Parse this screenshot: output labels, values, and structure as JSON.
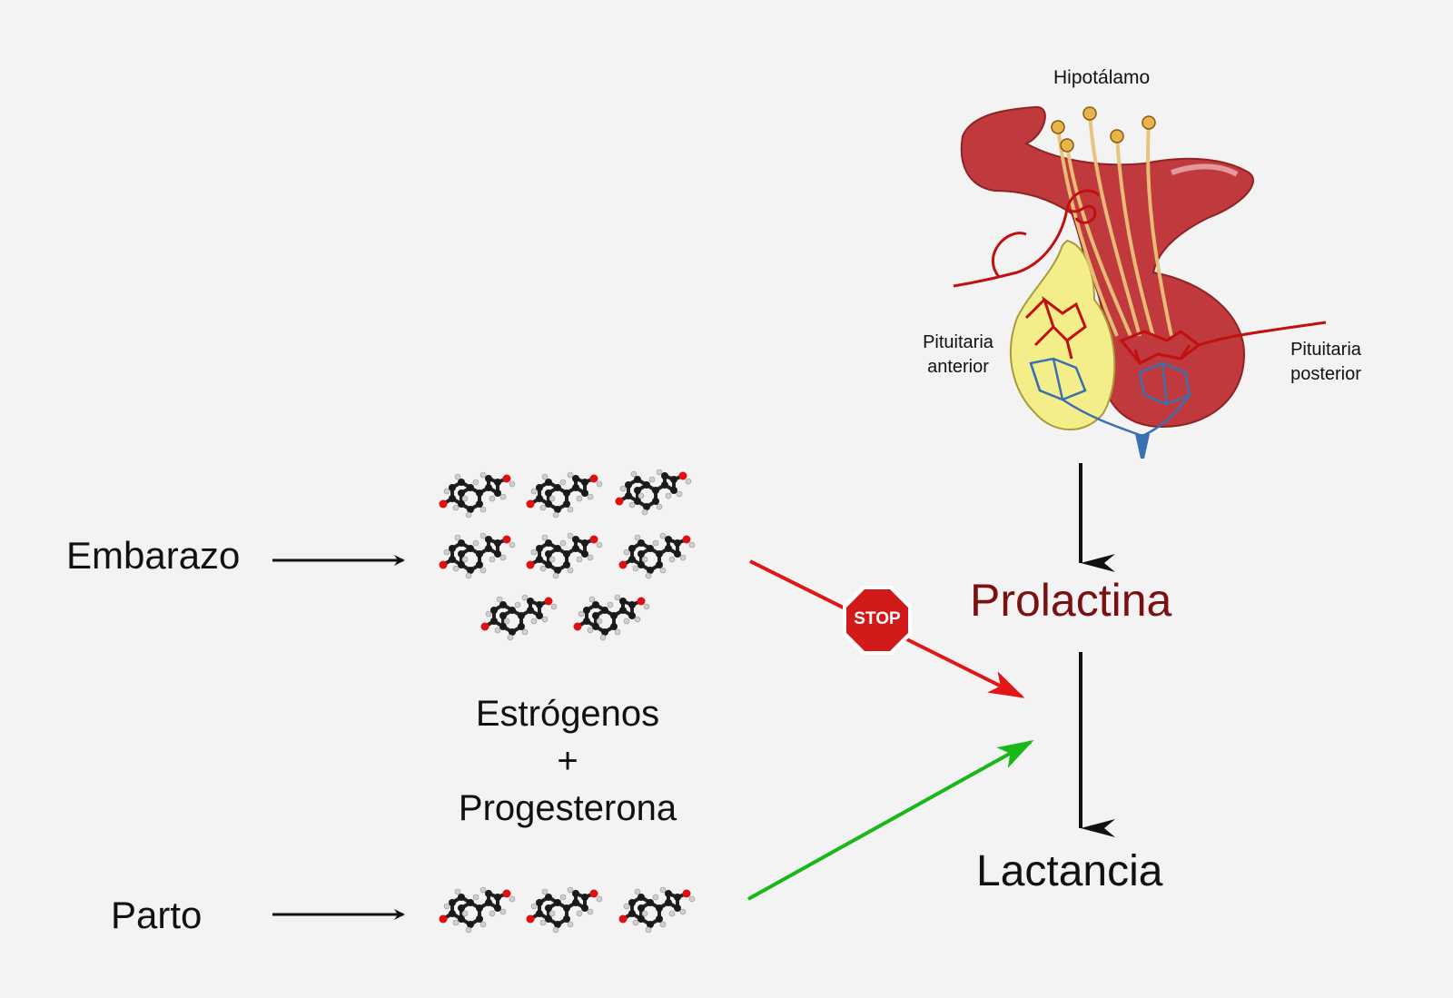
{
  "labels": {
    "hypothalamus": "Hipotálamo",
    "anterior_pituitary": [
      "Pituitaria",
      "anterior"
    ],
    "posterior_pituitary": [
      "Pituitaria",
      "posterior"
    ],
    "pregnancy": "Embarazo",
    "birth": "Parto",
    "hormones": [
      "Estrógenos",
      "+",
      "Progesterona"
    ],
    "prolactin": "Prolactina",
    "lactation": "Lactancia",
    "stop_sign": "STOP"
  },
  "colors": {
    "prolactin_text": "#7a1010",
    "inhibit_arrow": "#e11616",
    "stimulate_arrow": "#18b818",
    "pituitary_red": "#c0393c",
    "pituitary_yellow": "#f4ee8a",
    "vessel_red": "#c01010",
    "vessel_blue": "#3a6fb0",
    "axon_yellow": "#e9c27a"
  },
  "icons": {
    "molecule": "steroid-molecule-icon",
    "stop": "stop-sign-icon",
    "gland": "pituitary-gland-illustration"
  },
  "molecule_groups": {
    "pregnancy_count": 8,
    "birth_count": 3
  }
}
